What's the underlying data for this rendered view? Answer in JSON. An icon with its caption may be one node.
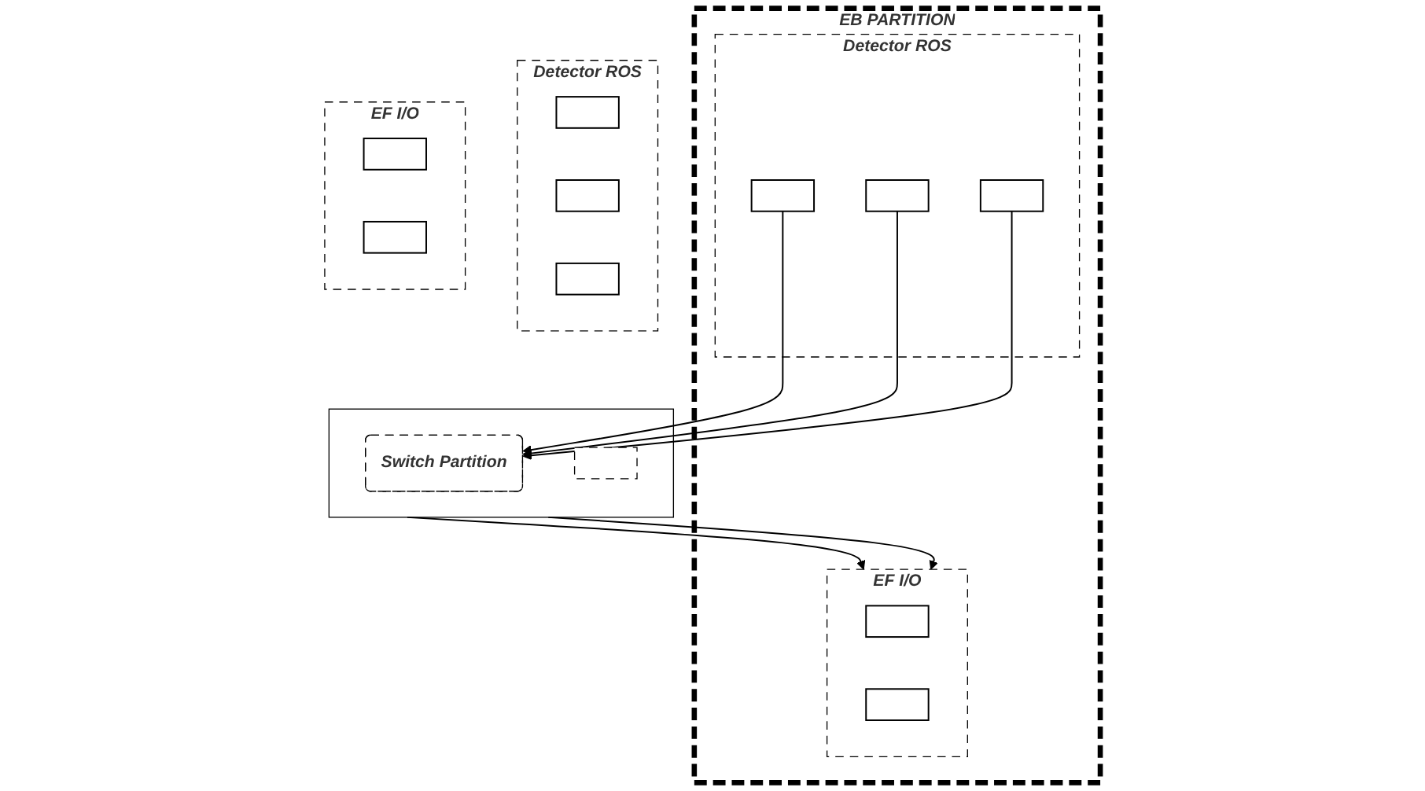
{
  "diagram": {
    "nodes": [
      {
        "text": [
          "EB PARTITION"
        ]
      },
      {
        "text": [
          "Detector ROS"
        ],
        "in": 0
      },
      {
        "text": [],
        "shape": "box",
        "in": 1
      },
      {
        "text": [],
        "shape": "box",
        "in": 1
      },
      {
        "text": [],
        "shape": "box",
        "in": 1
      },
      {
        "text": [
          "Detector ROS"
        ]
      },
      {
        "text": [],
        "shape": "box",
        "in": 5
      },
      {
        "text": [],
        "shape": "box",
        "in": 5
      },
      {
        "text": [],
        "shape": "box",
        "in": 5
      },
      {
        "text": [],
        "shape": "box"
      },
      {
        "text": [
          "Switch Partition"
        ],
        "in": 9
      },
      {
        "text": [],
        "shape": "box",
        "in": 9
      },
      {
        "text": [
          "EF I/O"
        ],
        "in": 0
      },
      {
        "text": [],
        "shape": "box",
        "in": 12
      },
      {
        "text": [],
        "shape": "box",
        "in": 12
      },
      {
        "text": [
          "EF I/O"
        ]
      },
      {
        "text": [],
        "shape": "box",
        "in": 15
      },
      {
        "text": [],
        "shape": "box",
        "in": 15
      }
    ],
    "edges": [
      {
        "from": 2,
        "to": 10,
        "arrow": "to"
      },
      {
        "from": 3,
        "to": 10,
        "arrow": "to"
      },
      {
        "from": 4,
        "to": 10,
        "arrow": "to"
      },
      {
        "from": 9,
        "to": 12,
        "arrow": "to"
      },
      {
        "from": 9,
        "to": 12,
        "arrow": "to"
      }
    ]
  }
}
